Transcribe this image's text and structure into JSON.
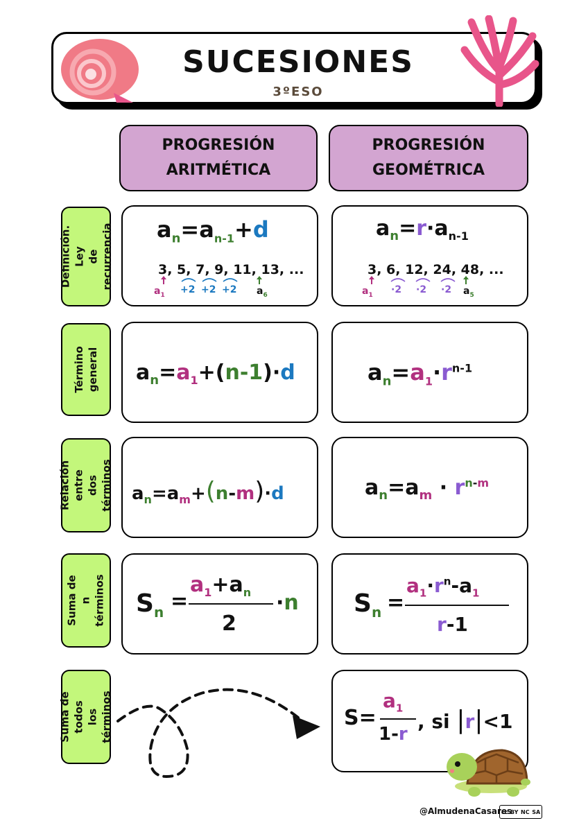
{
  "header": {
    "title": "SUCESIONES",
    "subtitle": "3ºESO"
  },
  "columns": [
    "PROGRESIÓN\nARITMÉTICA",
    "PROGRESIÓN\nGEOMÉTRICA"
  ],
  "rows": [
    "Definición. Ley\nde recurrencia",
    "Término\ngeneral",
    "Relación entre\ndos términos",
    "Suma de n\ntérminos",
    "Suma de todos\nlos términos"
  ],
  "arith": {
    "rec": {
      "a": "a",
      "n": "n",
      "eq": "=a",
      "n1": "n-1",
      "plus": "+",
      "d": "d"
    },
    "seq": "3, 5, 7, 9, 11, 13, ...",
    "seq_first": "a",
    "seq_first_sub": "1",
    "steps": [
      "+2",
      "+2",
      "+2"
    ],
    "seq_last": "a",
    "seq_last_sub": "6",
    "general": {
      "a": "a",
      "n": "n",
      "eq": "=",
      "a1": "a",
      "one": "1",
      "plus": "+(",
      "nm1": "n-1",
      "close": ")·",
      "d": "d"
    },
    "relation": {
      "a": "a",
      "n": "n",
      "eq": "=a",
      "m": "m",
      "plus": "+",
      "lp": "(",
      "n2": "n",
      "minus": "-",
      "m2": "m",
      "rp": ")",
      "dot": "·",
      "d": "d"
    },
    "sum": {
      "S": "S",
      "n": "n",
      "eq": "=",
      "a1": "a",
      "one": "1",
      "plus": "+a",
      "nsub": "n",
      "den": "2",
      "dot": "·",
      "nn": "n"
    }
  },
  "geom": {
    "rec": {
      "a": "a",
      "n": "n",
      "eq": "=",
      "r": "r",
      "dot": "·a",
      "n1": "n-1"
    },
    "seq": "3, 6, 12, 24, 48, ...",
    "seq_first": "a",
    "seq_first_sub": "1",
    "steps": [
      "·2",
      "·2",
      "·2"
    ],
    "seq_last": "a",
    "seq_last_sub": "5",
    "general": {
      "a": "a",
      "n": "n",
      "eq": "=",
      "a1": "a",
      "one": "1",
      "dot": "·",
      "r": "r",
      "exp": "n-1"
    },
    "relation": {
      "a": "a",
      "n": "n",
      "eq": "=a",
      "m": "m",
      "dot": "·",
      "r": "r",
      "exp_n": "n",
      "exp_minus": "-",
      "exp_m": "m"
    },
    "sum": {
      "S": "S",
      "n": "n",
      "eq": "=",
      "a1": "a",
      "one": "1",
      "dot": "·",
      "r": "r",
      "expn": "n",
      "minus": "-a",
      "one2": "1",
      "den_r": "r",
      "den_rest": "-1"
    },
    "infinite": {
      "S": "S=",
      "num_a": "a",
      "num_one": "1",
      "den_one": "1-",
      "den_r": "r",
      "si": ", si",
      "bar1": "|",
      "r": "r",
      "bar2": "|",
      "lt": "<1"
    }
  },
  "credit": "@AlmudenaCasares",
  "license": [
    "cc",
    "BY",
    "NC",
    "SA"
  ],
  "colors": {
    "header_pink": "#f07a86",
    "col_head": "#d3a5d1",
    "row_label": "#c3f77b",
    "pink": "#b1307f",
    "green": "#3d7f2f",
    "blue": "#1c79c0",
    "purple": "#8a5bd1",
    "coral": "#e8558a"
  },
  "icons": [
    "shell-icon",
    "coral-icon",
    "turtle-icon",
    "dashed-arrow-icon"
  ]
}
